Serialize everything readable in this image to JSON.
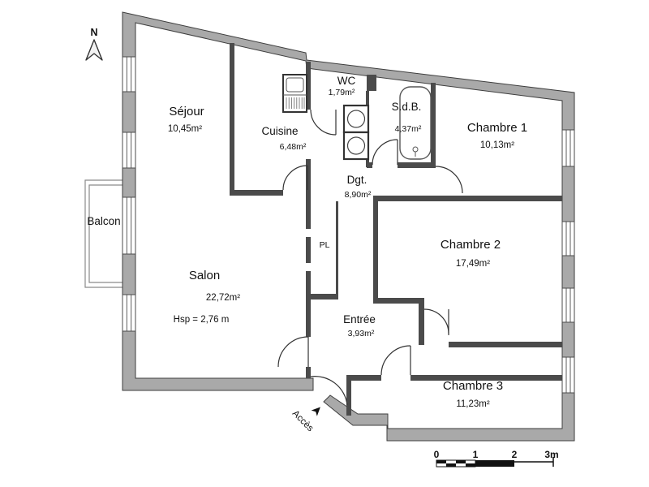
{
  "plan": {
    "north_label": "N",
    "access_label": "Accès",
    "balcony": {
      "label": "Balcon"
    },
    "closet": {
      "label": "PL"
    },
    "rooms": [
      {
        "id": "sejour",
        "name": "Séjour",
        "area": "10,45m²"
      },
      {
        "id": "cuisine",
        "name": "Cuisine",
        "area": "6,48m²"
      },
      {
        "id": "wc",
        "name": "WC",
        "area": "1,79m²"
      },
      {
        "id": "sdb",
        "name": "S.d.B.",
        "area": "4,37m²"
      },
      {
        "id": "chambre1",
        "name": "Chambre 1",
        "area": "10,13m²"
      },
      {
        "id": "dgt",
        "name": "Dgt.",
        "area": "8,90m²"
      },
      {
        "id": "chambre2",
        "name": "Chambre 2",
        "area": "17,49m²"
      },
      {
        "id": "salon",
        "name": "Salon",
        "area": "22,72m²",
        "ceiling_height": "Hsp = 2,76 m"
      },
      {
        "id": "entree",
        "name": "Entrée",
        "area": "3,93m²"
      },
      {
        "id": "chambre3",
        "name": "Chambre 3",
        "area": "11,23m²"
      }
    ],
    "scale_bar": {
      "ticks": [
        "0",
        "1",
        "2",
        "3m"
      ]
    },
    "colors": {
      "wall_fill": "#a9a9a9",
      "wall_stroke": "#3e3e3e",
      "interior_wall": "#4b4b4b",
      "background": "#ffffff",
      "text": "#111111"
    }
  }
}
